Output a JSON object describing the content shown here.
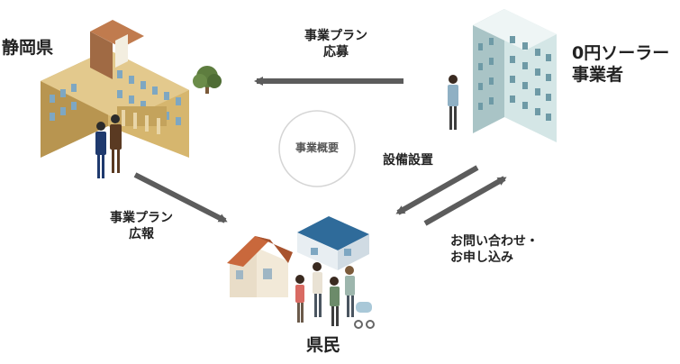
{
  "actors": {
    "prefecture": "静岡県",
    "solar_company": "0円ソーラー\n事業者",
    "residents": "県民"
  },
  "center": "事業概要",
  "flows": {
    "apply": "事業プラン\n応募",
    "publicize": "事業プラン\n広報",
    "install": "設備設置",
    "inquiry": "お問い合わせ・\nお申し込み"
  },
  "colors": {
    "arrow": "#5c5c5c",
    "prefecture_building": "#c9a85e",
    "office_tower": "#cde3e3",
    "house_roof": "#c9683c"
  }
}
